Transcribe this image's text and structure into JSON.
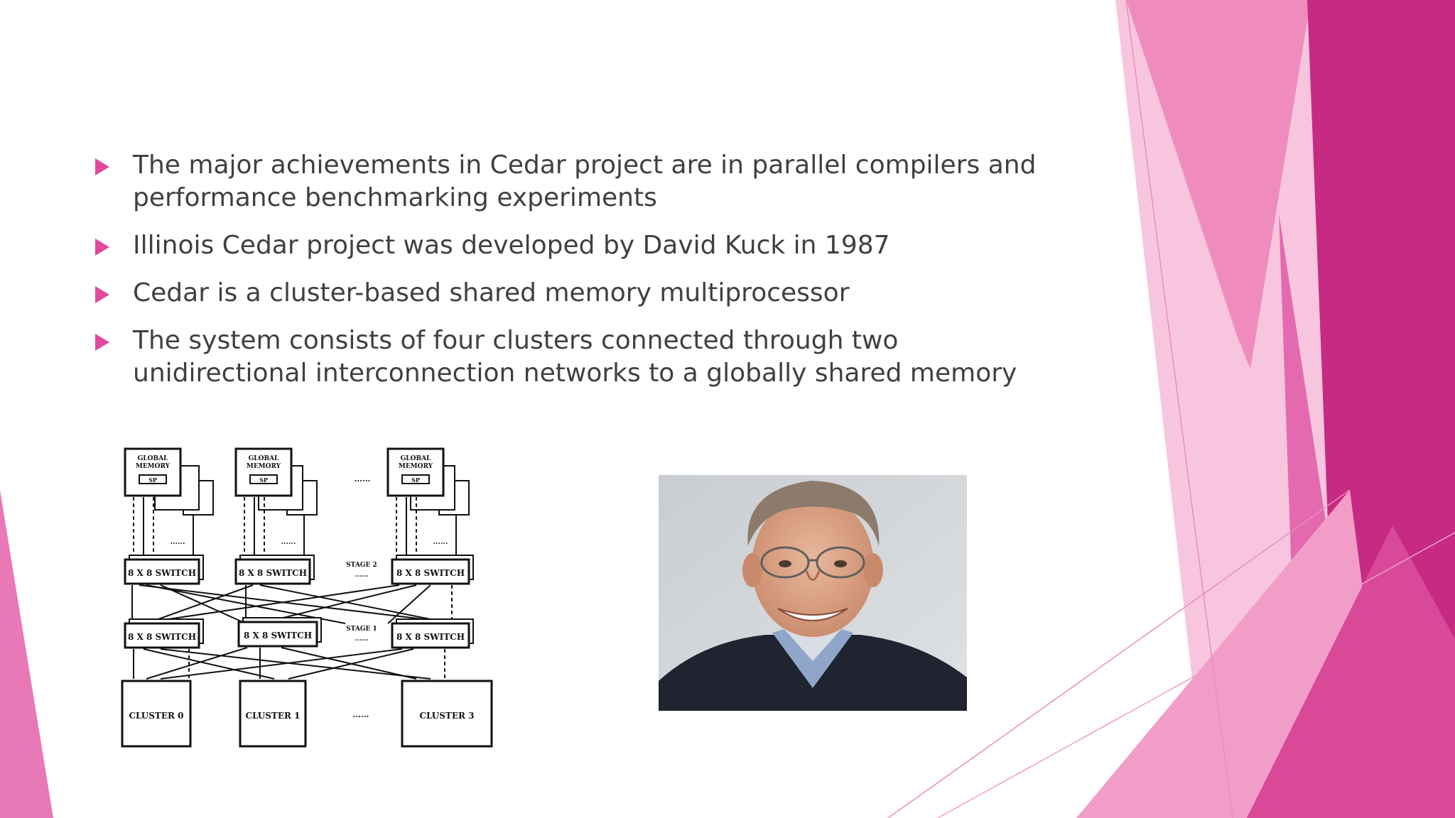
{
  "slide": {
    "bullets": [
      "The major achievements in Cedar project are in parallel compilers and performance benchmarking experiments",
      "Illinois Cedar project was developed by David Kuck in 1987",
      "Cedar is a cluster-based shared memory multiprocessor",
      "The system consists of four clusters connected through two unidirectional interconnection networks to a globally shared memory"
    ],
    "accent_color": "#e2489e"
  },
  "diagram": {
    "memory_label_line1": "GLOBAL",
    "memory_label_line2": "MEMORY",
    "sp_label": "SP",
    "switch_label": "8 X 8 SWITCH",
    "stage2_label": "STAGE 2",
    "stage1_label": "STAGE 1",
    "ellipsis": "......",
    "clusters": [
      "CLUSTER 0",
      "CLUSTER 1",
      "CLUSTER 3"
    ]
  },
  "photo": {
    "subject_icon": "portrait-photo-icon"
  }
}
